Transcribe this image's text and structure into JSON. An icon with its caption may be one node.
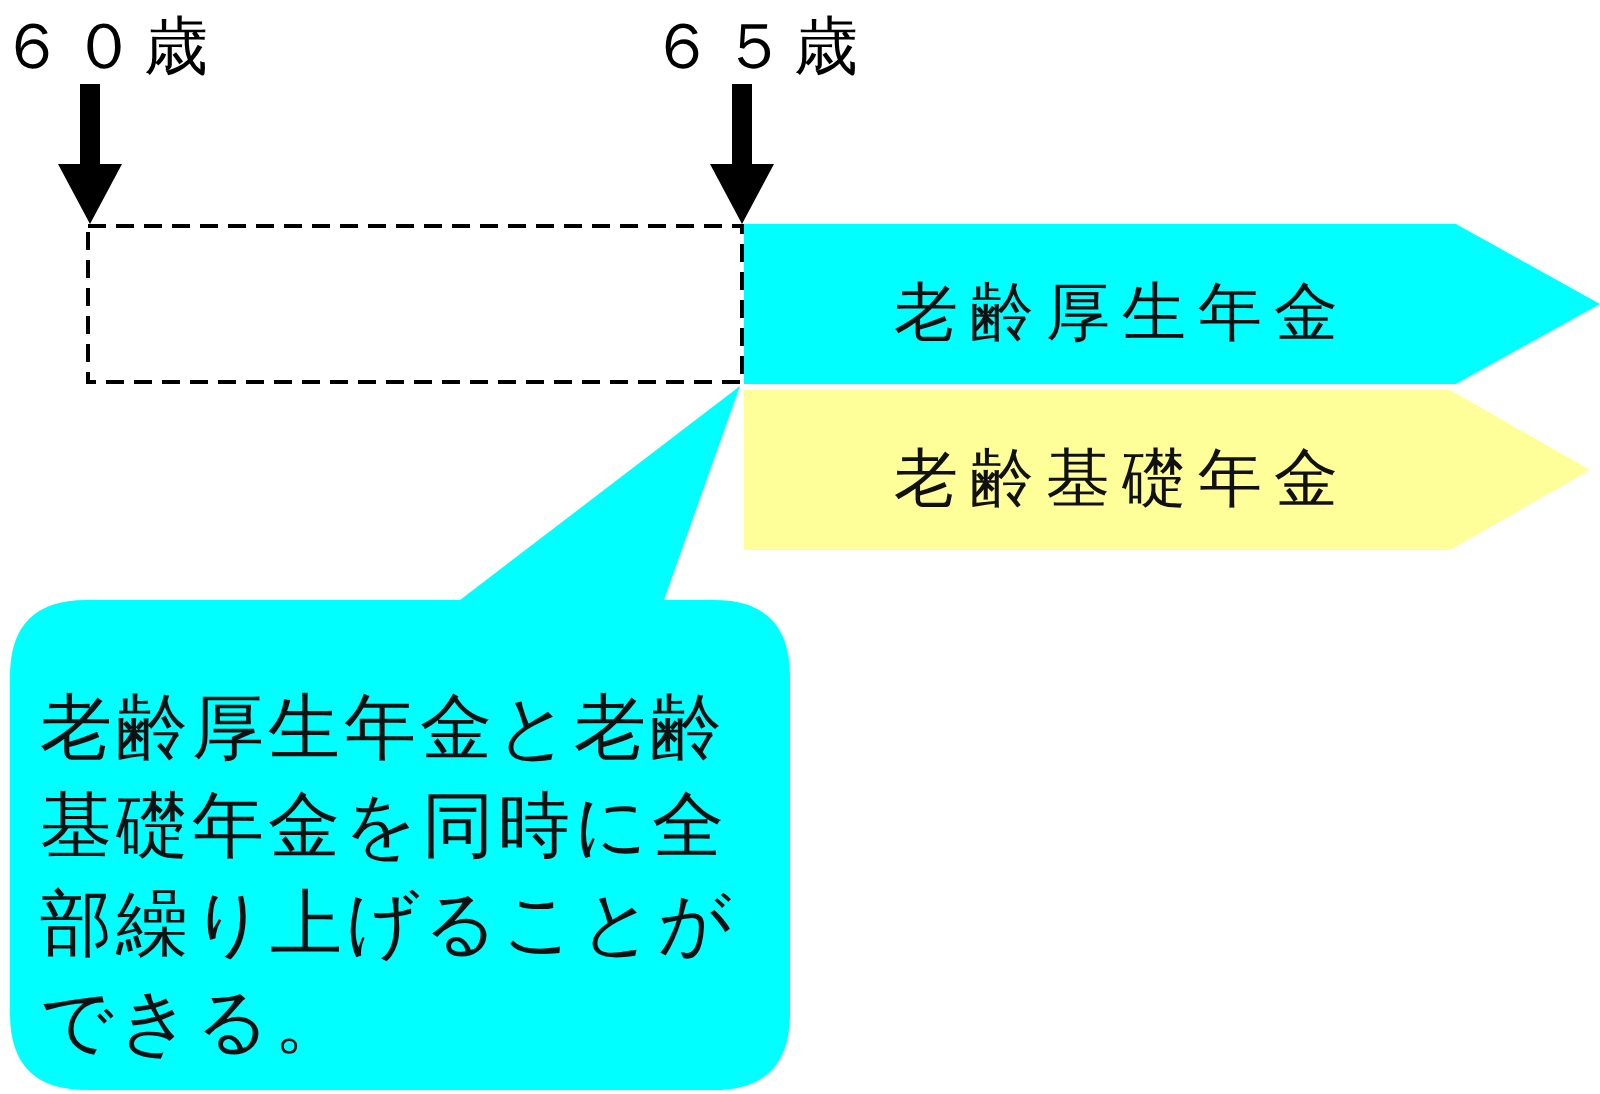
{
  "diagram": {
    "nodes": [
      {
        "text": [
          "６０歳"
        ]
      },
      {
        "text": [
          "６５歳"
        ]
      },
      {
        "text": [],
        "shape": "box"
      },
      {
        "text": [
          "老齢厚生年金"
        ]
      },
      {
        "text": [
          "老齢基礎年金"
        ]
      },
      {
        "text": [
          "老齢厚生年金と老齢基礎年金を同時に全部繰り上げることができる。"
        ]
      }
    ],
    "edges": [
      {
        "from": 0,
        "to": 2,
        "arrow": "to"
      },
      {
        "from": 1,
        "to": 2,
        "arrow": "to"
      }
    ]
  }
}
